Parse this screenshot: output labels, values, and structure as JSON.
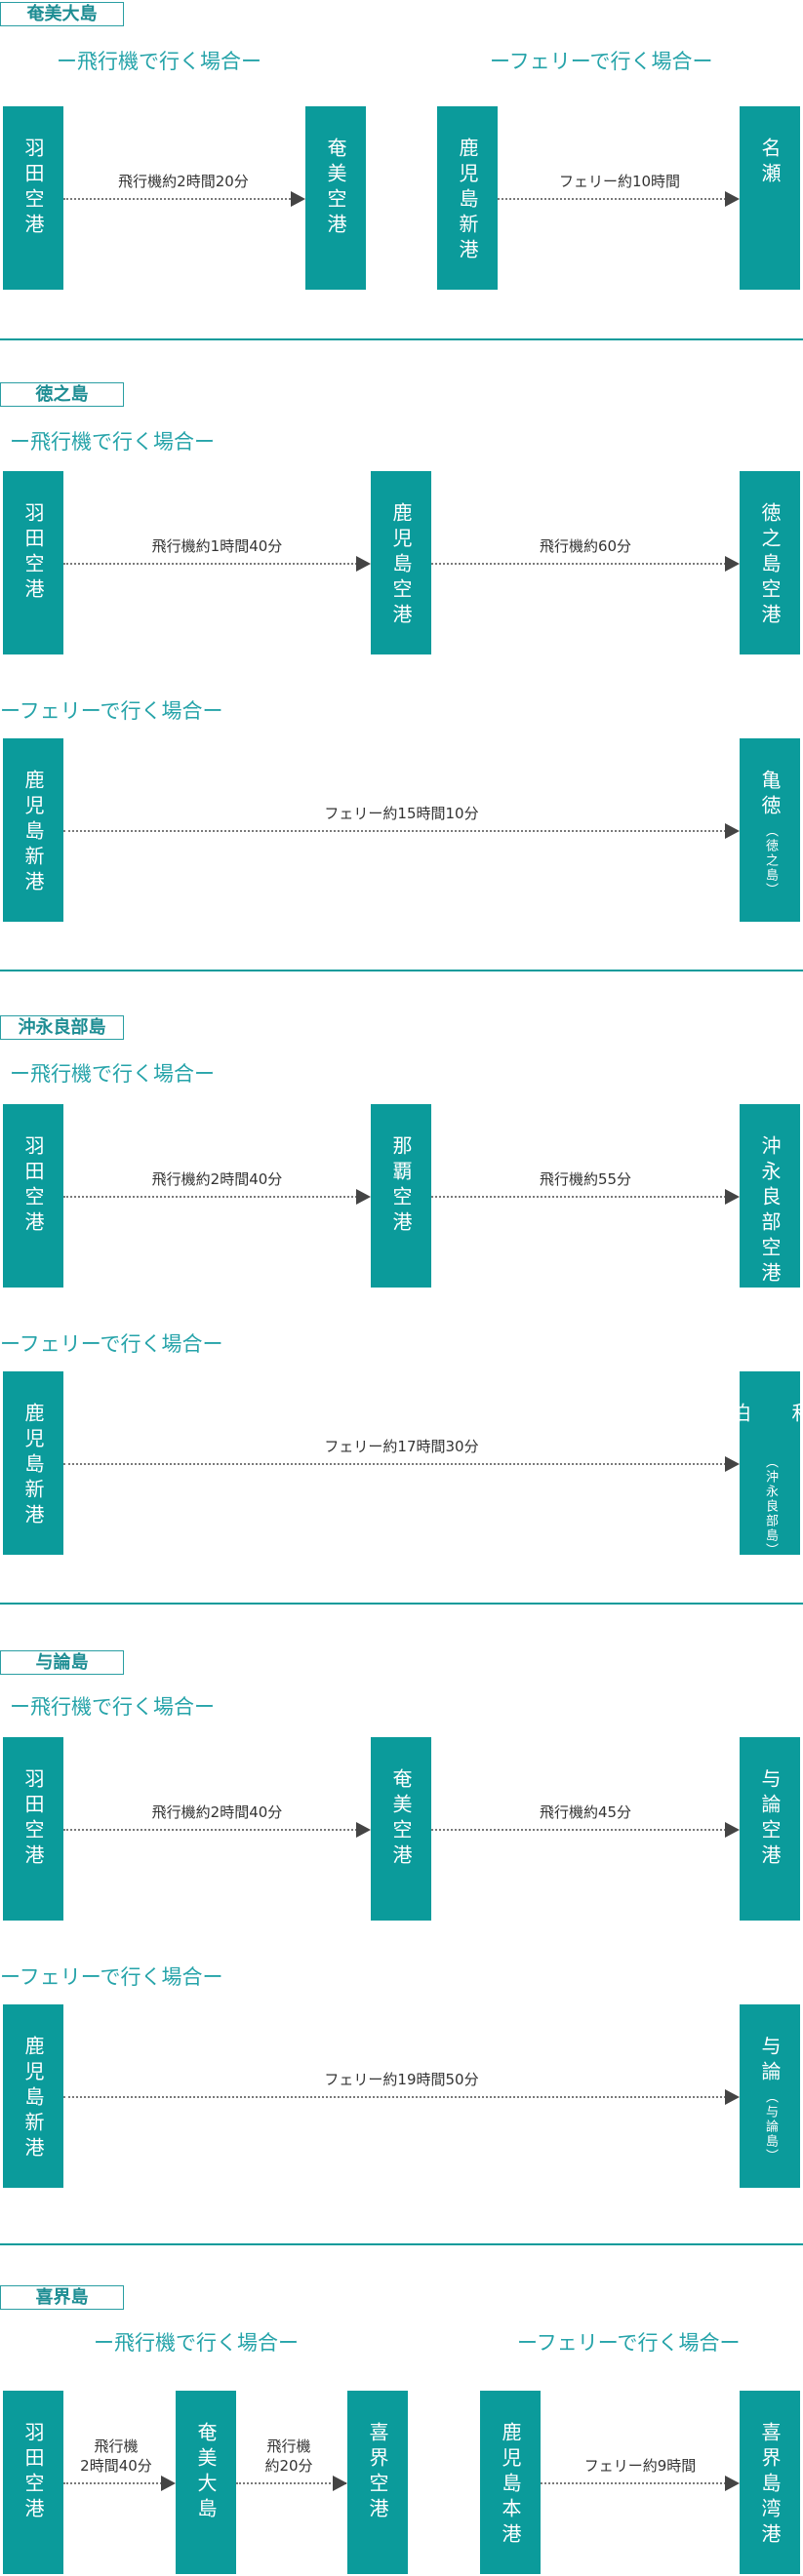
{
  "sections": [
    {
      "title": "奄美大島",
      "fly": {
        "heading": "ー飛行機で行く場合ー",
        "from": "羽田空港",
        "to": "奄美空港",
        "label": "飛行機約2時間20分"
      },
      "ferry": {
        "heading": "ーフェリーで行く場合ー",
        "from": "鹿児島新港",
        "to": "名瀬",
        "label": "フェリー約10時間"
      }
    },
    {
      "title": "徳之島",
      "fly": {
        "heading": "ー飛行機で行く場合ー",
        "from": "羽田空港",
        "mid": "鹿児島空港",
        "to": "徳之島空港",
        "label1": "飛行機約1時間40分",
        "label2": "飛行機約60分"
      },
      "ferry": {
        "heading": "ーフェリーで行く場合ー",
        "from": "鹿児島新港",
        "to": "亀徳",
        "to_sub": "（徳之島）",
        "label": "フェリー約15時間10分"
      }
    },
    {
      "title": "沖永良部島",
      "fly": {
        "heading": "ー飛行機で行く場合ー",
        "from": "羽田空港",
        "mid": "那覇空港",
        "to": "沖永良部空港",
        "label1": "飛行機約2時間40分",
        "label2": "飛行機約55分"
      },
      "ferry": {
        "heading": "ーフェリーで行く場合ー",
        "from": "鹿児島新港",
        "to": "和泊",
        "to_sub": "（沖永良部島）",
        "label": "フェリー約17時間30分"
      }
    },
    {
      "title": "与論島",
      "fly": {
        "heading": "ー飛行機で行く場合ー",
        "from": "羽田空港",
        "mid": "奄美空港",
        "to": "与論空港",
        "label1": "飛行機約2時間40分",
        "label2": "飛行機約45分"
      },
      "ferry": {
        "heading": "ーフェリーで行く場合ー",
        "from": "鹿児島新港",
        "to": "与論",
        "to_sub": "（与論島）",
        "label": "フェリー約19時間50分"
      }
    },
    {
      "title": "喜界島",
      "fly": {
        "heading": "ー飛行機で行く場合ー",
        "from": "羽田空港",
        "mid": "奄美大島",
        "to": "喜界空港",
        "label1a": "飛行機",
        "label1b": "2時間40分",
        "label2a": "飛行機",
        "label2b": "約20分"
      },
      "ferry": {
        "heading": "ーフェリーで行く場合ー",
        "from": "鹿児島本港",
        "to": "喜界島湾港",
        "label": "フェリー約9時間"
      }
    }
  ]
}
